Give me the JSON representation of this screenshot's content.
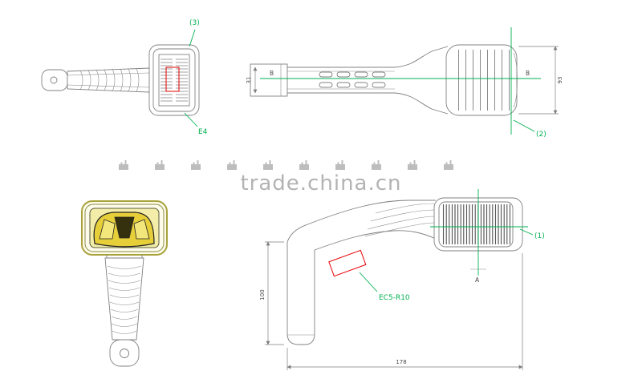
{
  "watermark": {
    "text": "trade.china.cn"
  },
  "callouts": {
    "c1": "(1)",
    "c2": "(2)",
    "c3": "(3)",
    "e4": "E4",
    "part": "EC5-R10"
  },
  "sections": {
    "b_left": "B",
    "b_right": "B",
    "a": "A"
  },
  "dimensions": {
    "length": "178",
    "height": "100",
    "head_width": "93",
    "clamp": "31"
  },
  "colors": {
    "centerline_green": "#00b050",
    "highlight_red": "#e60000",
    "line_gray": "#808080",
    "watermark_gray": "#b3b3b3",
    "lamp_yellow": "#e7cf3a"
  }
}
